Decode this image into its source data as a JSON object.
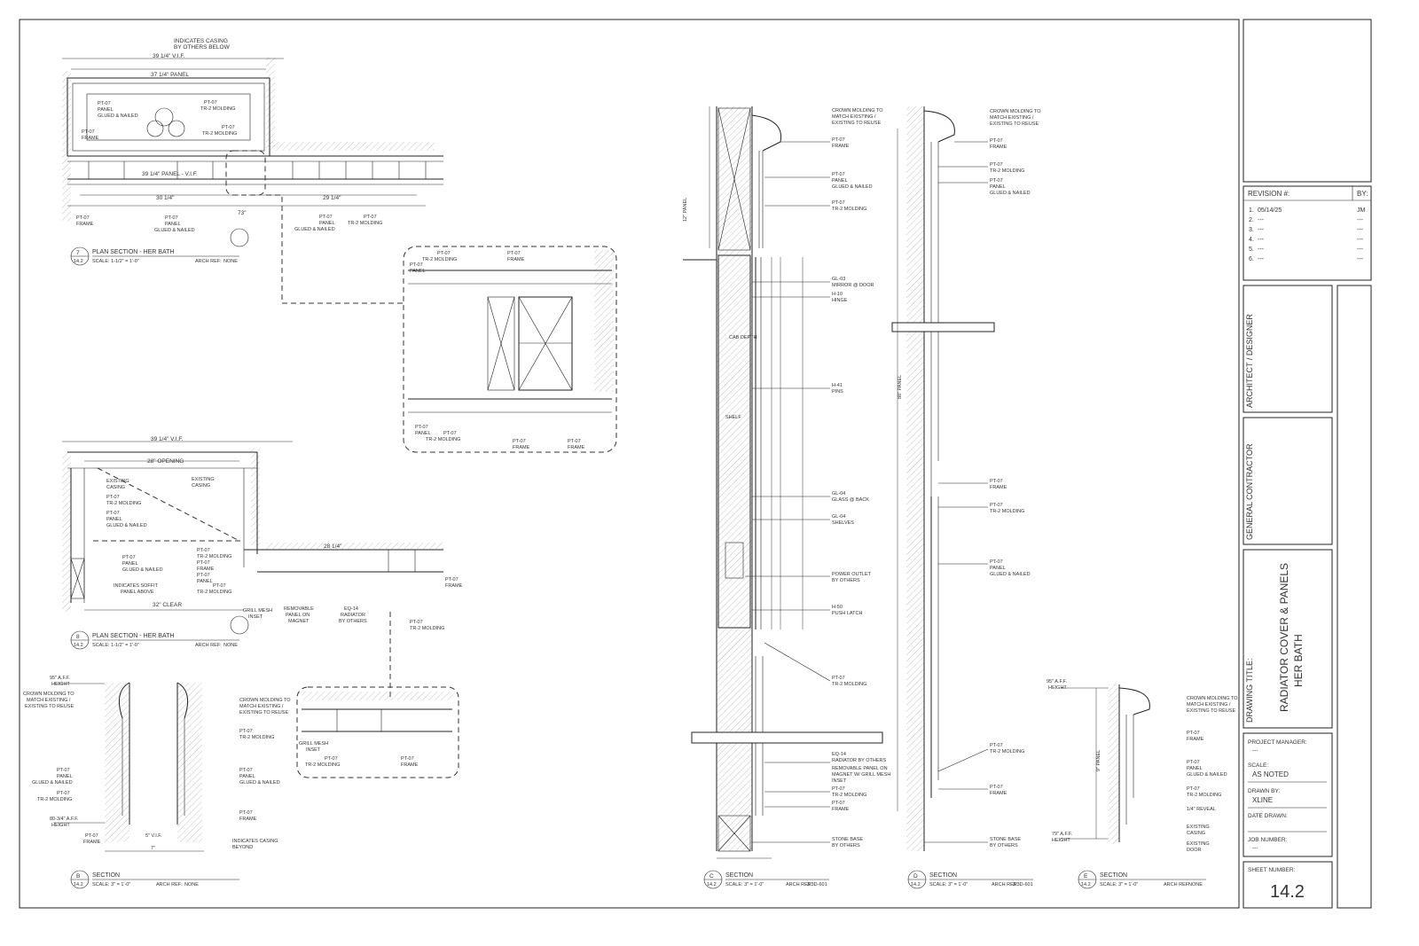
{
  "title_block": {
    "revision_header": "REVISION #:",
    "by_header": "BY:",
    "revisions": [
      {
        "num": "1.",
        "date": "05/14/25",
        "by": "JM"
      },
      {
        "num": "2.",
        "date": "---",
        "by": "---"
      },
      {
        "num": "3.",
        "date": "---",
        "by": "---"
      },
      {
        "num": "4.",
        "date": "---",
        "by": "---"
      },
      {
        "num": "5.",
        "date": "---",
        "by": "---"
      },
      {
        "num": "6.",
        "date": "---",
        "by": "---"
      }
    ],
    "architect_label": "ARCHITECT / DESIGNER",
    "contractor_label": "GENERAL CONTRACTOR",
    "drawing_title_label": "DRAWING TITLE:",
    "drawing_title_line1": "RADIATOR COVER & PANELS",
    "drawing_title_line2": "HER BATH",
    "project_manager_label": "PROJECT MANAGER:",
    "project_manager_value": "---",
    "scale_label": "SCALE:",
    "scale_value": "AS NOTED",
    "drawn_by_label": "DRAWN BY:",
    "drawn_by_value": "XLINE",
    "date_drawn_label": "DATE DRAWN:",
    "job_number_label": "JOB NUMBER:",
    "job_number_value": "---",
    "sheet_number_label": "SHEET NUMBER:",
    "sheet_number_value": "14.2"
  },
  "views": {
    "plan7": {
      "num": "7",
      "sheet": "14.2",
      "title": "PLAN SECTION - HER BATH",
      "scale": "SCALE: 1-1/2\" = 1'-0\"",
      "ref": "ARCH REF:",
      "ref_val": "NONE"
    },
    "plan8": {
      "num": "8",
      "sheet": "14.2",
      "title": "PLAN SECTION - HER BATH",
      "scale": "SCALE: 1-1/2\" = 1'-0\"",
      "ref": "ARCH REF:",
      "ref_val": "NONE"
    },
    "secB": {
      "num": "B",
      "sheet": "14.2",
      "title": "SECTION",
      "scale": "SCALE: 3\" = 1'-0\"",
      "ref": "ARCH REF:",
      "ref_val": "NONE"
    },
    "secC": {
      "num": "C",
      "sheet": "14.2",
      "title": "SECTION",
      "scale": "SCALE: 3\" = 1'-0\"",
      "ref": "ARCH REF:",
      "ref_val": "3/3D-601"
    },
    "secD": {
      "num": "D",
      "sheet": "14.2",
      "title": "SECTION",
      "scale": "SCALE: 3\" = 1'-0\"",
      "ref": "ARCH REF:",
      "ref_val": "3/3D-601"
    },
    "secE": {
      "num": "E",
      "sheet": "14.2",
      "title": "SECTION",
      "scale": "SCALE: 3\" = 1'-0\"",
      "ref": "ARCH REF:",
      "ref_val": "NONE"
    }
  },
  "notes": {
    "casing_by_others": "INDICATES CASING",
    "casing_by_others2": "BY OTHERS BELOW",
    "pt07": "PT-07",
    "frame": "FRAME",
    "panel": "PANEL",
    "glued_nailed": "GLUED & NAILED",
    "tr2": "TR-2 MOLDING",
    "crown1": "CROWN MOLDING TO",
    "crown2": "MATCH EXISTING /",
    "crown3": "EXISTING TO REUSE",
    "gl03": "GL-03",
    "mirror": "MIRROR @ DOOR",
    "h10": "H-10",
    "hinge": "HINGE",
    "h41": "H-41",
    "pins": "PINS",
    "gl04": "GL-04",
    "glass_back": "GLASS @ BACK",
    "shelves": "SHELVES",
    "power1": "POWER OUTLET",
    "power2": "BY OTHERS",
    "h50": "H-50",
    "push": "PUSH LATCH",
    "eq14": "EQ-14",
    "radiator_others": "RADIATOR BY OTHERS",
    "removable1": "REMOVABLE PANEL ON",
    "removable2": "MAGNET W/ GRILL MESH",
    "inset": "INSET",
    "stone1": "STONE BASE",
    "stone2": "BY OTHERS",
    "existing_casing": "EXISTING",
    "casing": "CASING",
    "existing_door": "DOOR",
    "reveal": "1/4\" REVEAL",
    "height95": "95\" A.F.F.",
    "height": "HEIGHT",
    "height80": "80-3/4\" A.F.F.",
    "height79": "79\" A.F.F.",
    "opening": "28\" OPENING",
    "clear": "32\" CLEAR",
    "soffit1": "INDICATES SOFFIT",
    "soffit2": "PANEL ABOVE",
    "grill1": "GRILL MESH",
    "grill2": "INSET",
    "rem_magnet1": "REMOVABLE",
    "rem_magnet2": "PANEL ON",
    "rem_magnet3": "MAGNET",
    "radiator2": "RADIATOR",
    "casing_beyond1": "INDICATES CASING",
    "casing_beyond2": "BEYOND",
    "cab_depth": "CAB DEPTH",
    "shelf": "SHELF",
    "panel_12": "12\" PANEL",
    "panel_9": "9\" PANEL",
    "panel_88": "88\" PANEL",
    "dim_39": "39 1/4\" V.I.F.",
    "dim_37": "37 1/4\" PANEL",
    "dim_73": "73\"",
    "dim_30": "30 1/4\"",
    "dim_29": "29 1/4\"",
    "dim_39b": "39 1/4\" PANEL - V.I.F.",
    "dim_39c": "39 1/4\" V.I.F.",
    "dim_28": "28 1/4\"",
    "dim_7": "7\"",
    "dim_5": "5\" V.I.F."
  }
}
